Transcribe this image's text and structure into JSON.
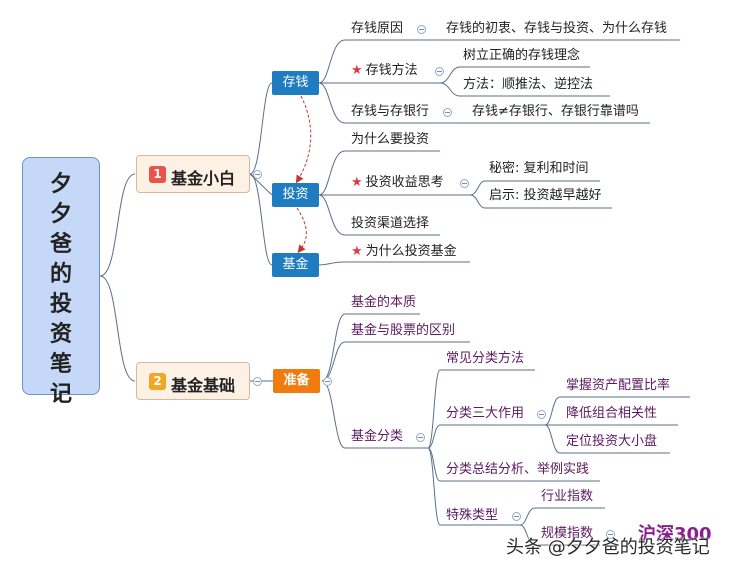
{
  "root": {
    "title": "夕夕爸的投资笔记",
    "chars": [
      "夕",
      "夕",
      "爸",
      "的",
      "投",
      "资",
      "笔",
      "记"
    ]
  },
  "branch1": {
    "num": "1",
    "label": "基金小白",
    "num_color": "#e8534a",
    "cunqian": {
      "label": "存钱",
      "yuanyin": {
        "label": "存钱原因",
        "detail": "存钱的初衷、存钱与投资、为什么存钱"
      },
      "fangfa": {
        "label": "存钱方法",
        "sub1": "树立正确的存钱理念",
        "sub2": "方法：顺推法、逆控法"
      },
      "yinhang": {
        "label": "存钱与存银行",
        "detail": "存钱≠存银行、存银行靠谱吗"
      }
    },
    "touzi": {
      "label": "投资",
      "why": "为什么要投资",
      "sikao": {
        "label": "投资收益思考",
        "sub1": "秘密: 复利和时间",
        "sub2": "启示: 投资越早越好"
      },
      "qudao": "投资渠道选择"
    },
    "jijin": {
      "label": "基金",
      "why": "为什么投资基金"
    }
  },
  "branch2": {
    "num": "2",
    "label": "基金基础",
    "num_color": "#f2a623",
    "zhunbei": {
      "label": "准备",
      "benzhi": "基金的本质",
      "qubie": "基金与股票的区别",
      "fenlei": {
        "label": "基金分类",
        "fangfa": "常见分类方法",
        "zuoyong": {
          "label": "分类三大作用",
          "sub1": "掌握资产配置比率",
          "sub2": "降低组合相关性",
          "sub3": "定位投资大小盘"
        },
        "zongjie": "分类总结分析、举例实践",
        "teshu": {
          "label": "特殊类型",
          "sub1": "行业指数",
          "sub2": "规模指数"
        }
      }
    }
  },
  "annot": {
    "hs300": "沪深300"
  },
  "watermark": "头条 @夕夕爸的投资笔记",
  "colors": {
    "root_fill": "#c5d8f7",
    "level2_blue": "#1f7cc1",
    "level2_orange": "#f07c10",
    "topic_purple": "#5b1a5f",
    "arrow_red": "#c0392b"
  }
}
